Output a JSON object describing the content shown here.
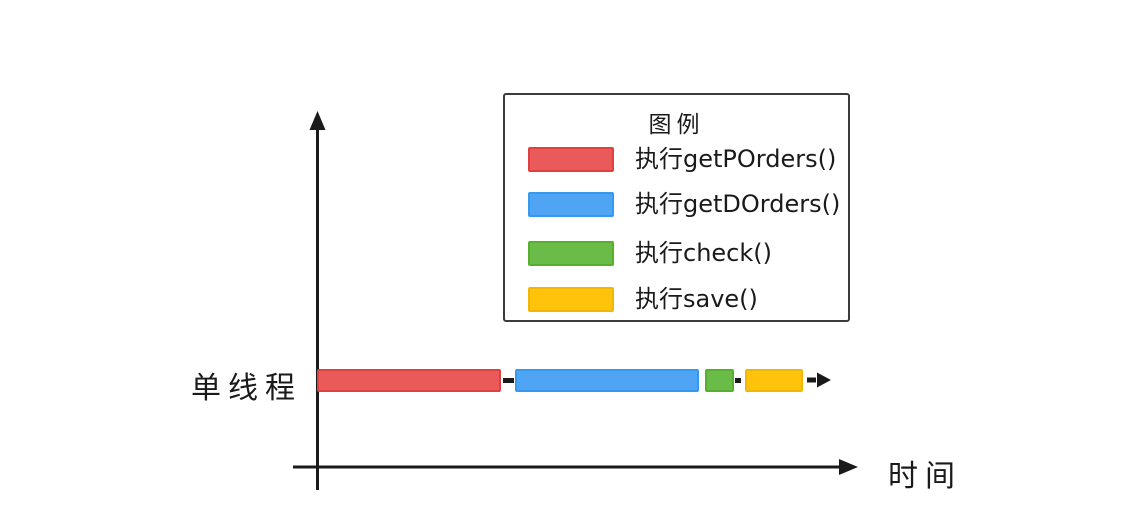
{
  "ink_color": "#1a1a1a",
  "legend": {
    "title": "图例",
    "items": [
      {
        "label": "执行getPOrders()",
        "color": "#EA5A5A",
        "border_color": "#E04040"
      },
      {
        "label": "执行getDOrders()",
        "color": "#4FA5F3",
        "border_color": "#339AF0"
      },
      {
        "label": "执行check()",
        "color": "#6BBB48",
        "border_color": "#55B02C"
      },
      {
        "label": "执行save()",
        "color": "#FFC30B",
        "border_color": "#F2B705"
      }
    ]
  },
  "axis": {
    "y_label": "单线程",
    "x_label": "时间"
  },
  "chart_data": {
    "type": "timeline",
    "thread": "单线程",
    "xlabel": "时间",
    "sequence": [
      {
        "task": "执行getPOrders()",
        "color": "#EA5A5A",
        "relative_length": 184
      },
      {
        "task": "执行getDOrders()",
        "color": "#4FA5F3",
        "relative_length": 184
      },
      {
        "task": "执行check()",
        "color": "#6BBB48",
        "relative_length": 29
      },
      {
        "task": "执行save()",
        "color": "#FFC30B",
        "relative_length": 58
      }
    ],
    "continues_with_dashed_arrow": true
  }
}
